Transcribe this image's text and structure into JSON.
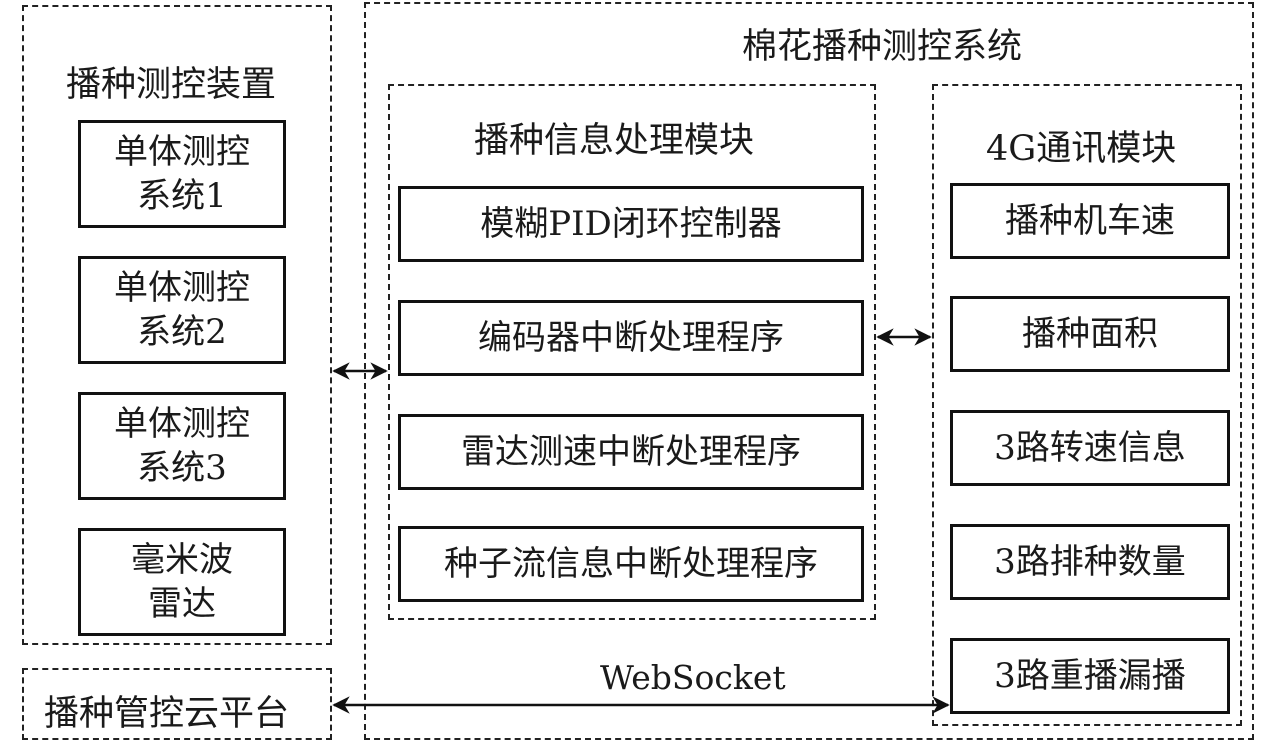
{
  "system": {
    "title": "棉花播种测控系统"
  },
  "device_group": {
    "title": "播种测控装置",
    "items": [
      {
        "line1": "单体测控",
        "line2": "系统1"
      },
      {
        "line1": "单体测控",
        "line2": "系统2"
      },
      {
        "line1": "单体测控",
        "line2": "系统3"
      },
      {
        "line1": "毫米波",
        "line2": "雷达"
      }
    ]
  },
  "processing_module": {
    "title": "播种信息处理模块",
    "items": [
      "模糊PID闭环控制器",
      "编码器中断处理程序",
      "雷达测速中断处理程序",
      "种子流信息中断处理程序"
    ]
  },
  "comm_module": {
    "title": "4G通讯模块",
    "items": [
      "播种机车速",
      "播种面积",
      "3路转速信息",
      "3路排种数量",
      "3路重播漏播"
    ]
  },
  "cloud": {
    "label": "播种管控云平台"
  },
  "link": {
    "label": "WebSocket"
  }
}
